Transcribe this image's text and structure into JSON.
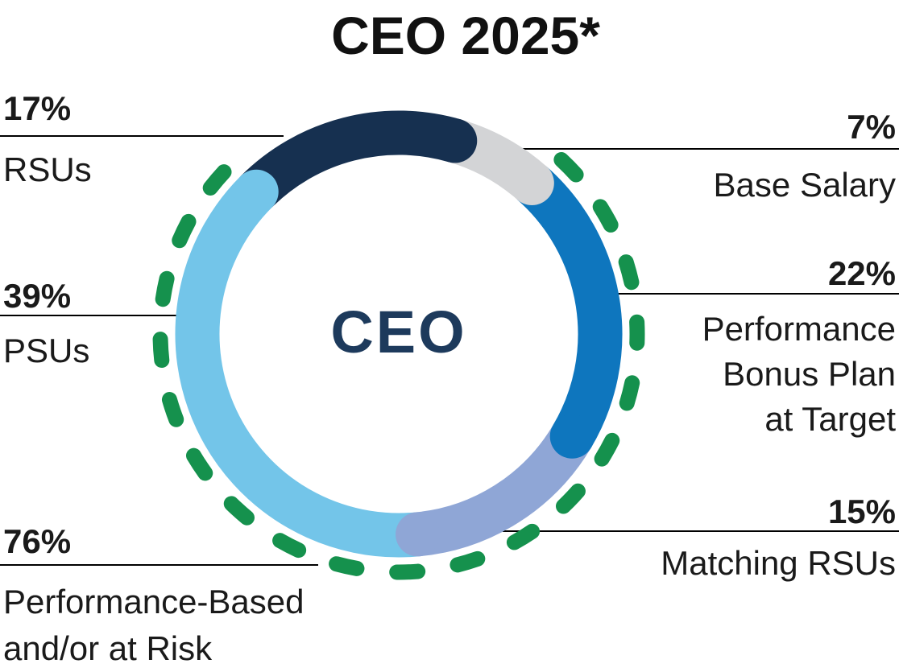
{
  "chart_data": {
    "type": "pie",
    "subtype": "donut",
    "title": "CEO 2025*",
    "center_label": "CEO",
    "start_angle_deg": -45,
    "direction": "clockwise",
    "segments": [
      {
        "label": "RSUs",
        "value": 17,
        "color": "#163050",
        "callout": "17%"
      },
      {
        "label": "Base Salary",
        "value": 7,
        "color": "#d3d4d6",
        "callout": "7%"
      },
      {
        "label": "Performance Bonus Plan at Target",
        "value": 22,
        "color": "#0e76be",
        "callout": "22%"
      },
      {
        "label": "Matching RSUs",
        "value": 15,
        "color": "#8fa6d6",
        "callout": "15%"
      },
      {
        "label": "PSUs",
        "value": 39,
        "color": "#73c5e9",
        "callout": "39%"
      }
    ],
    "overlay_arc": {
      "label": "Performance-Based and/or at Risk",
      "value": 76,
      "color": "#15914d",
      "style": "dashed",
      "covers_segments": [
        "Performance Bonus Plan at Target",
        "Matching RSUs",
        "PSUs"
      ]
    }
  },
  "callouts": {
    "left_top": {
      "value": "17%",
      "line1": "RSUs"
    },
    "left_mid": {
      "value": "39%",
      "line1": "PSUs"
    },
    "left_bottom": {
      "value": "76%",
      "line1": "Performance-Based",
      "line2": "and/or at Risk"
    },
    "right_top": {
      "value": "7%",
      "line1": "Base Salary"
    },
    "right_mid": {
      "value": "22%",
      "line1": "Performance",
      "line2": "Bonus Plan",
      "line3": "at Target"
    },
    "right_bottom": {
      "value": "15%",
      "line1": "Matching RSUs"
    }
  }
}
